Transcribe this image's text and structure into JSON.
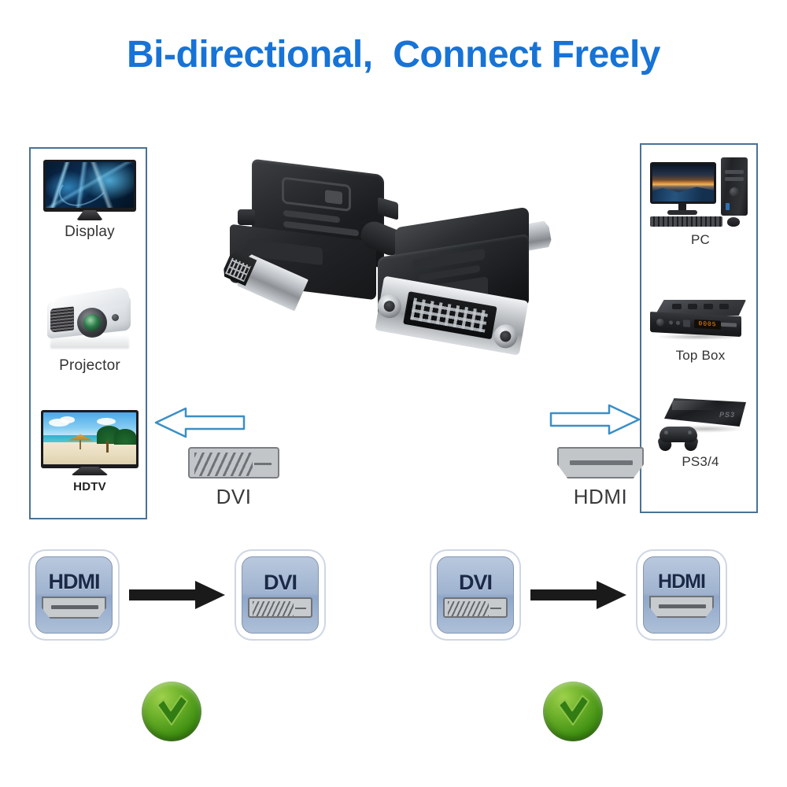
{
  "title": "Bi-directional,  Connect Freely",
  "title_color": "#1773d6",
  "panel_border_color": "#4a7296",
  "left_panel": {
    "name": "source-devices-panel",
    "devices": [
      {
        "label": "Display",
        "icon": "monitor-icon"
      },
      {
        "label": "Projector",
        "icon": "projector-icon"
      },
      {
        "label": "HDTV",
        "icon": "hdtv-icon"
      }
    ]
  },
  "right_panel": {
    "name": "output-devices-panel",
    "devices": [
      {
        "label": "PC",
        "icon": "desktop-computer-icon"
      },
      {
        "label": "Top Box",
        "icon": "set-top-box-icon"
      },
      {
        "label": "PS3/4",
        "icon": "game-console-icon"
      }
    ]
  },
  "set_top_box": {
    "display_text": "0005"
  },
  "console": {
    "logo_text": "PS3"
  },
  "adapters": [
    {
      "name": "hdmi-male-to-dvi-female-adapter",
      "front_connector": "HDMI male",
      "rear_connector": "DVI female"
    },
    {
      "name": "dvi-female-to-hdmi-male-adapter",
      "front_connector": "DVI female",
      "rear_connector": "HDMI male"
    }
  ],
  "center": {
    "arrow_color": "#3a8fc7",
    "left_arrow_direction": "left",
    "right_arrow_direction": "right",
    "left_connector": {
      "label": "DVI",
      "glyph": "dvi-connector-glyph"
    },
    "right_connector": {
      "label": "HDMI",
      "glyph": "hdmi-connector-glyph"
    }
  },
  "flows": [
    {
      "name": "hdmi-to-dvi-flow",
      "from": {
        "label": "HDMI",
        "glyph": "hdmi-port-glyph"
      },
      "to": {
        "label": "DVI",
        "glyph": "dvi-port-glyph"
      },
      "arrow": "black-right-arrow",
      "status": "supported",
      "badge": "green-check-badge"
    },
    {
      "name": "dvi-to-hdmi-flow",
      "from": {
        "label": "DVI",
        "glyph": "dvi-port-glyph"
      },
      "to": {
        "label": "HDMI",
        "glyph": "hdmi-port-glyph"
      },
      "arrow": "black-right-arrow",
      "status": "supported",
      "badge": "green-check-badge"
    }
  ],
  "colors": {
    "tile_gradient_top": "#b9c8de",
    "tile_gradient_bottom": "#aec0d8",
    "tile_text": "#1b2a47",
    "check_green": "#6cb02a",
    "connector_gray": "#c3c6c9"
  }
}
